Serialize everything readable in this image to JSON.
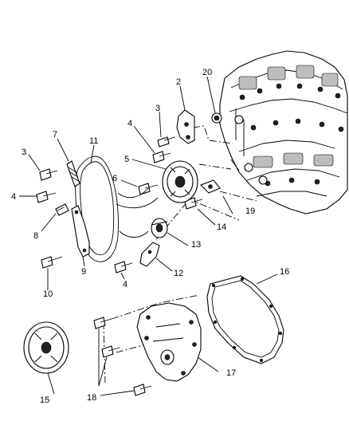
{
  "callouts": [
    {
      "id": "c2",
      "text": "2"
    },
    {
      "id": "c20",
      "text": "20"
    },
    {
      "id": "c3a",
      "text": "3"
    },
    {
      "id": "c4a",
      "text": "4"
    },
    {
      "id": "c5",
      "text": "5"
    },
    {
      "id": "c7",
      "text": "7"
    },
    {
      "id": "c11",
      "text": "11"
    },
    {
      "id": "c3b",
      "text": "3"
    },
    {
      "id": "c6",
      "text": "6"
    },
    {
      "id": "c4b",
      "text": "4"
    },
    {
      "id": "c8",
      "text": "8"
    },
    {
      "id": "c14",
      "text": "14"
    },
    {
      "id": "c19",
      "text": "19"
    },
    {
      "id": "c13",
      "text": "13"
    },
    {
      "id": "c9",
      "text": "9"
    },
    {
      "id": "c12",
      "text": "12"
    },
    {
      "id": "c10",
      "text": "10"
    },
    {
      "id": "c4c",
      "text": "4"
    },
    {
      "id": "c16",
      "text": "16"
    },
    {
      "id": "c17",
      "text": "17"
    },
    {
      "id": "c15",
      "text": "15"
    },
    {
      "id": "c18",
      "text": "18"
    }
  ]
}
